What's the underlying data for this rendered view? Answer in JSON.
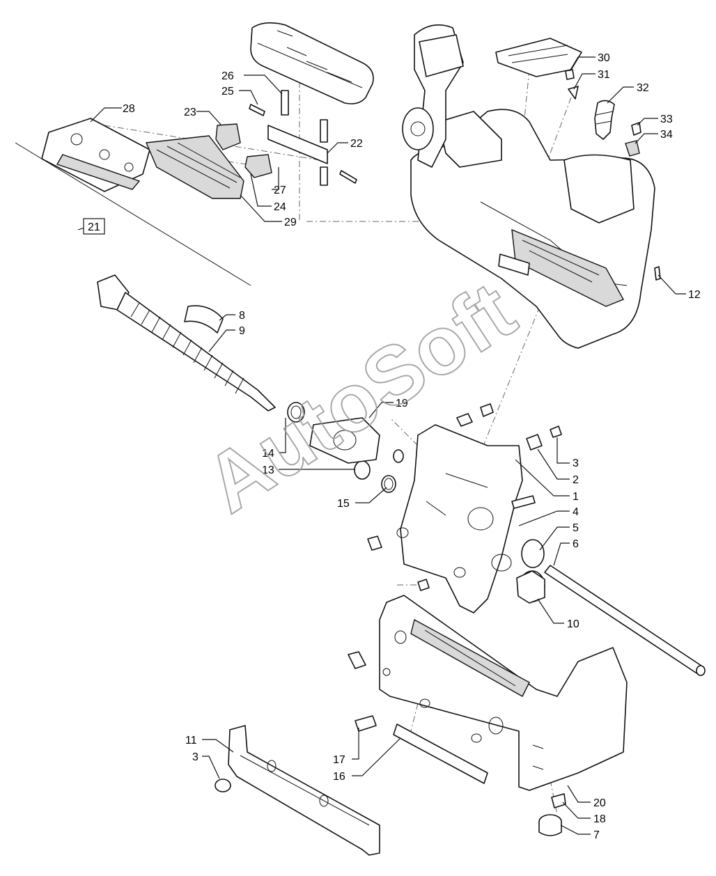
{
  "watermark": "AutoSoft",
  "callouts": {
    "c1": "1",
    "c2": "2",
    "c3": "3",
    "c3b": "3",
    "c4": "4",
    "c5": "5",
    "c6": "6",
    "c7": "7",
    "c8": "8",
    "c9": "9",
    "c10": "10",
    "c11": "11",
    "c12": "12",
    "c13": "13",
    "c14": "14",
    "c15": "15",
    "c16": "16",
    "c17": "17",
    "c18": "18",
    "c19": "19",
    "c20": "20",
    "c21": "21",
    "c22": "22",
    "c23": "23",
    "c24": "24",
    "c25": "25",
    "c26": "26",
    "c27": "27",
    "c28": "28",
    "c29": "29",
    "c30": "30",
    "c31": "31",
    "c32": "32",
    "c33": "33",
    "c34": "34"
  }
}
